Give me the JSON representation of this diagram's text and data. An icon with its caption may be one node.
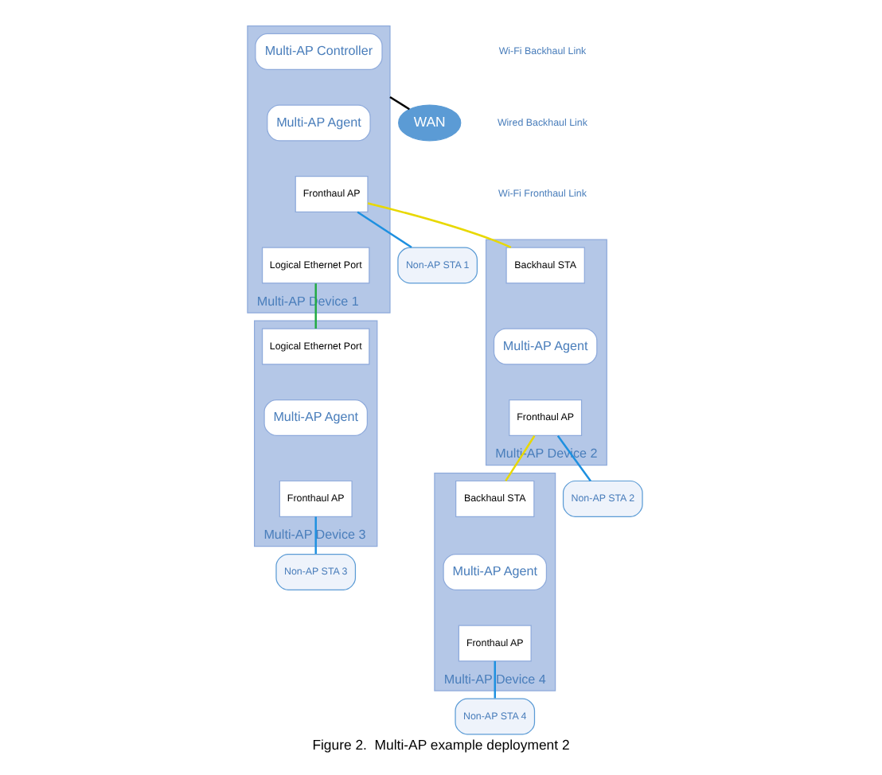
{
  "diagram": {
    "caption": "Figure 2.  Multi-AP example deployment 2",
    "nodes": [
      {
        "text": [
          "WAN"
        ]
      },
      {
        "text": [
          "Multi-AP Device 1"
        ]
      },
      {
        "text": [
          "Multi-AP Controller"
        ],
        "in": 1
      },
      {
        "text": [
          "Multi-AP Agent"
        ],
        "in": 1
      },
      {
        "text": [
          "Fronthaul AP"
        ],
        "in": 1
      },
      {
        "text": [
          "Logical Ethernet Port"
        ],
        "in": 1
      },
      {
        "text": [
          "Non-AP STA 1"
        ]
      },
      {
        "text": [
          "Multi-AP Device 2"
        ]
      },
      {
        "text": [
          "Backhaul STA"
        ],
        "in": 7
      },
      {
        "text": [
          "Multi-AP Agent"
        ],
        "in": 7
      },
      {
        "text": [
          "Fronthaul AP"
        ],
        "in": 7
      },
      {
        "text": [
          "Multi-AP Device 3"
        ]
      },
      {
        "text": [
          "Logical Ethernet Port"
        ],
        "in": 11
      },
      {
        "text": [
          "Multi-AP Agent"
        ],
        "in": 11
      },
      {
        "text": [
          "Fronthaul AP"
        ],
        "in": 11
      },
      {
        "text": [
          "Non-AP STA 2"
        ]
      },
      {
        "text": [
          "Multi-AP Device 4"
        ]
      },
      {
        "text": [
          "Backhaul STA"
        ],
        "in": 16
      },
      {
        "text": [
          "Multi-AP Agent"
        ],
        "in": 16
      },
      {
        "text": [
          "Fronthaul AP"
        ],
        "in": 16
      },
      {
        "text": [
          "Non-AP STA 3"
        ]
      },
      {
        "text": [
          "Non-AP STA 4"
        ]
      }
    ],
    "edges": [
      {
        "from": 1,
        "to": 0,
        "arrow": "none",
        "color": "#000000"
      },
      {
        "from": 4,
        "to": 6,
        "arrow": "none"
      },
      {
        "from": 4,
        "to": 8,
        "arrow": "none",
        "color": "#e8d800"
      },
      {
        "from": 5,
        "to": 12,
        "arrow": "none",
        "color": "#22aa44"
      },
      {
        "from": 10,
        "to": 17,
        "arrow": "none",
        "color": "#e8d800"
      },
      {
        "from": 10,
        "to": 15,
        "arrow": "none"
      },
      {
        "from": 14,
        "to": 20,
        "arrow": "none"
      },
      {
        "from": 19,
        "to": 21,
        "arrow": "none"
      }
    ],
    "legend": [
      {
        "text": "Wi-Fi Backhaul Link"
      },
      {
        "text": "Wired Backhaul Link"
      },
      {
        "text": "Wi-Fi Fronthaul Link"
      }
    ]
  }
}
